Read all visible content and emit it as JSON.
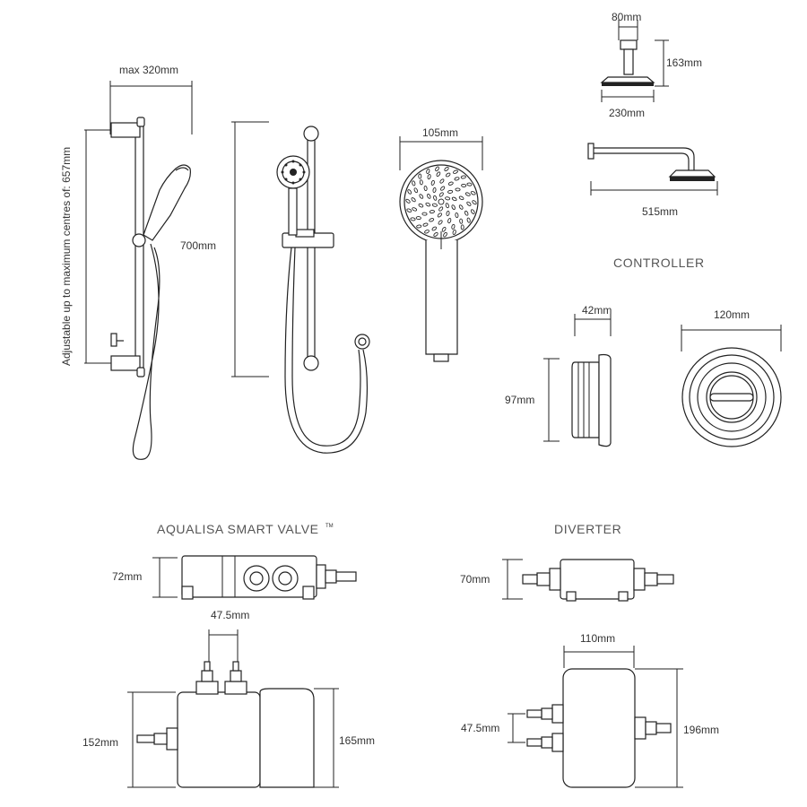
{
  "headings": {
    "controller": "CONTROLLER",
    "smart_valve": "AQUALISA SMART VALVE",
    "smart_valve_tm": "TM",
    "diverter": "DIVERTER"
  },
  "dimensions": {
    "max_320": "max 320mm",
    "adjustable": "Adjustable up to maximum centres of: 657mm",
    "rail_700": "700mm",
    "handset_105": "105mm",
    "overhead_80": "80mm",
    "overhead_163": "163mm",
    "overhead_230": "230mm",
    "arm_515": "515mm",
    "ctrl_42": "42mm",
    "ctrl_97": "97mm",
    "ctrl_120": "120mm",
    "valve_72": "72mm",
    "valve_47_5": "47.5mm",
    "valve_152": "152mm",
    "valve_165": "165mm",
    "div_70": "70mm",
    "div_110": "110mm",
    "div_47_5": "47.5mm",
    "div_196": "196mm"
  },
  "icons": [
    "rail-kit-drawing",
    "handset-drawing",
    "overhead-drum-drawing",
    "wall-arm-drawing",
    "controller-side-drawing",
    "controller-front-drawing",
    "valve-side-drawing",
    "valve-top-drawing",
    "diverter-side-drawing",
    "diverter-top-drawing"
  ],
  "colors": {
    "line": "#222222",
    "text": "#333333",
    "heading": "#555555"
  }
}
